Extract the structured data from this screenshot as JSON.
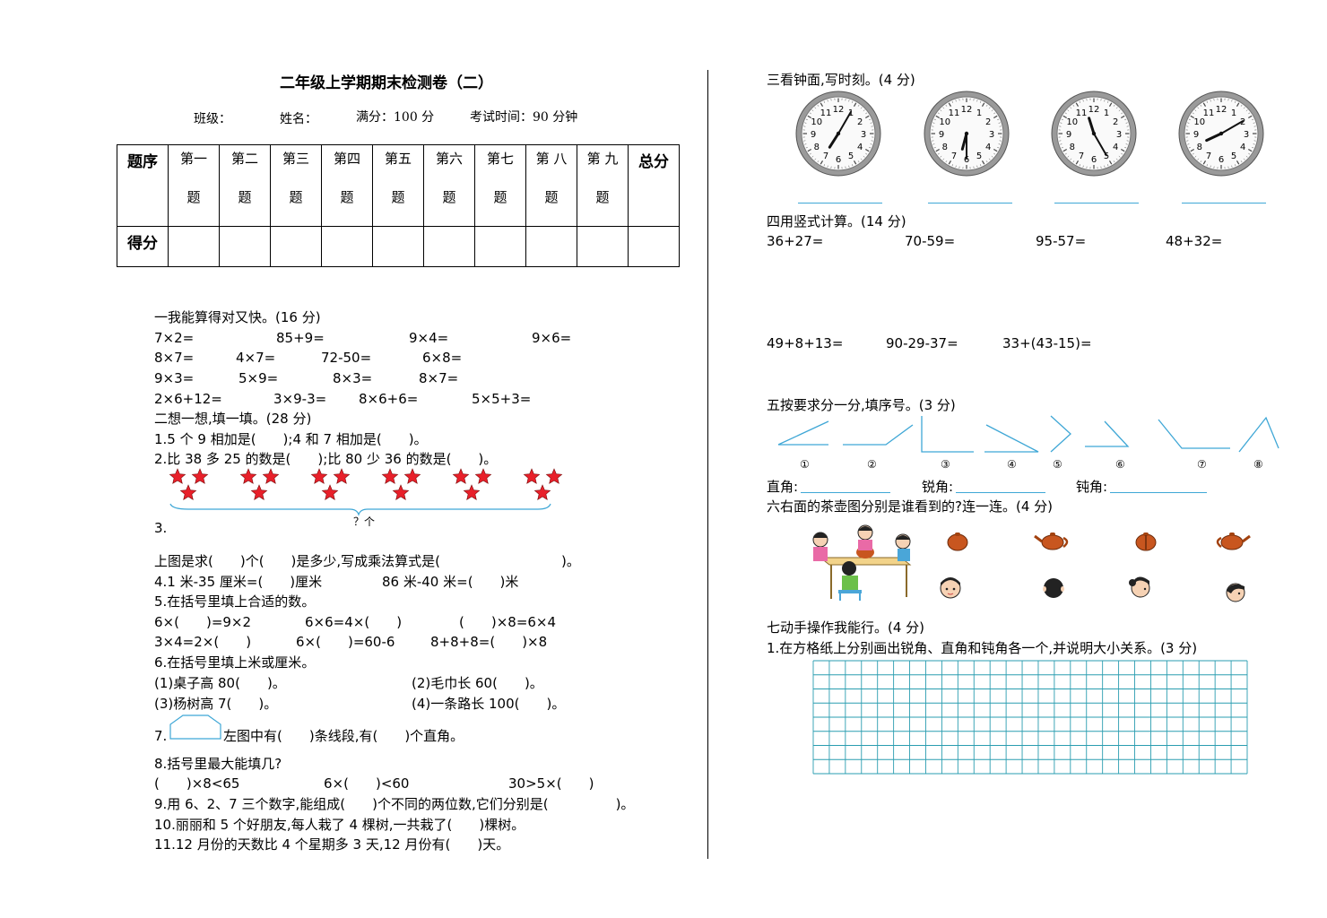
{
  "header": {
    "title": "二年级上学期期末检测卷（二）",
    "class_label": "班级：",
    "name_label": "姓名：",
    "full_score": "满分：100 分",
    "exam_time": "考试时间：90 分钟"
  },
  "score_table": {
    "row1_label": "题序",
    "row2_label": "得分",
    "total_label": "总分",
    "columns": [
      {
        "top": "第一",
        "bottom": "题"
      },
      {
        "top": "第二",
        "bottom": "题"
      },
      {
        "top": "第三",
        "bottom": "题"
      },
      {
        "top": "第四",
        "bottom": "题"
      },
      {
        "top": "第五",
        "bottom": "题"
      },
      {
        "top": "第六",
        "bottom": "题"
      },
      {
        "top": "第七",
        "bottom": "题"
      },
      {
        "top": "第 八",
        "bottom": "题"
      },
      {
        "top": "第 九",
        "bottom": "题"
      }
    ]
  },
  "left": {
    "s1_title": "一我能算得对又快。(16 分)",
    "s1_rows": [
      [
        "7×2=",
        "85+9=",
        "9×4=",
        "9×6="
      ],
      [
        "8×7=",
        "4×7=",
        "72-50=",
        "6×8="
      ],
      [
        "9×3=",
        "5×9=",
        "8×3=",
        "8×7="
      ],
      [
        "2×6+12=",
        "3×9-3=",
        "8×6+6=",
        "5×5+3="
      ]
    ],
    "s2_title": "二想一想,填一填。(28 分)",
    "q1": "1.5 个 9 相加是(　　);4 和 7 相加是(　　)。",
    "q2": "2.比 38 多 25 的数是(　　);比 80 少 36 的数是(　　)。",
    "stars_brace_label": "？个",
    "q3_num": "3.",
    "q3": "上图是求(　　)个(　　)是多少,写成乘法算式是(　　　　　　　　　)。",
    "q4a": "4.1 米-35 厘米=(　　)厘米",
    "q4b": "86 米-40 米=(　　)米",
    "q5_title": "5.在括号里填上合适的数。",
    "q5_row1": [
      "6×(　　)=9×2",
      "6×6=4×(　　)",
      "(　　)×8=6×4"
    ],
    "q5_row2": [
      "3×4=2×(　　)",
      "6×(　　)=60-6",
      "8+8+8=(　　)×8"
    ],
    "q6_title": "6.在括号里填上米或厘米。",
    "q6_items": [
      "(1)桌子高 80(　　)。",
      "(2)毛巾长 60(　　)。",
      "(3)杨树高 7(　　)。",
      "(4)一条路长 100(　　)。"
    ],
    "q7_num": "7.",
    "q7": "左图中有(　　)条线段,有(　　)个直角。",
    "q8_title": "8.括号里最大能填几?",
    "q8_items": [
      "(　　)×8<65",
      "6×(　　)<60",
      "30>5×(　　)"
    ],
    "q9": "9.用 6、2、7 三个数字,能组成(　　)个不同的两位数,它们分别是(　　　　　)。",
    "q10": "10.丽丽和 5 个好朋友,每人栽了 4 棵树,一共栽了(　　)棵树。",
    "q11": "11.12 月份的天数比 4 个星期多 3 天,12 月份有(　　)天。"
  },
  "right": {
    "s3_title": "三看钟面,写时刻。(4 分)",
    "clocks": [
      {
        "hour": 7,
        "minute": 5
      },
      {
        "hour": 6,
        "minute": 30
      },
      {
        "hour": 11,
        "minute": 25
      },
      {
        "hour": 8,
        "minute": 10
      }
    ],
    "clock_numbers": [
      "12",
      "1",
      "2",
      "3",
      "4",
      "5",
      "6",
      "7",
      "8",
      "9",
      "10",
      "11"
    ],
    "s4_title": "四用竖式计算。(14 分)",
    "s4_row1": [
      "36+27=",
      "70-59=",
      "95-57=",
      "48+32="
    ],
    "s4_row2": [
      "49+8+13=",
      "90-29-37=",
      "33+(43-15)="
    ],
    "s5_title": "五按要求分一分,填序号。(3 分)",
    "angle_labels": [
      "①",
      "②",
      "③",
      "④",
      "⑤",
      "⑥",
      "⑦",
      "⑧"
    ],
    "right_angle_label": "直角:",
    "acute_label": "锐角:",
    "obtuse_label": "钝角:",
    "s6_title": "六右面的茶壶图分别是谁看到的?连一连。(4 分)",
    "s7_title": "七动手操作我能行。(4 分)",
    "s7_q1": "1.在方格纸上分别画出锐角、直角和钝角各一个,并说明大小关系。(3 分)"
  },
  "colors": {
    "line_blue": "#3fa7d6",
    "star_red": "#e8202a",
    "grid_teal": "#2a9db0"
  }
}
